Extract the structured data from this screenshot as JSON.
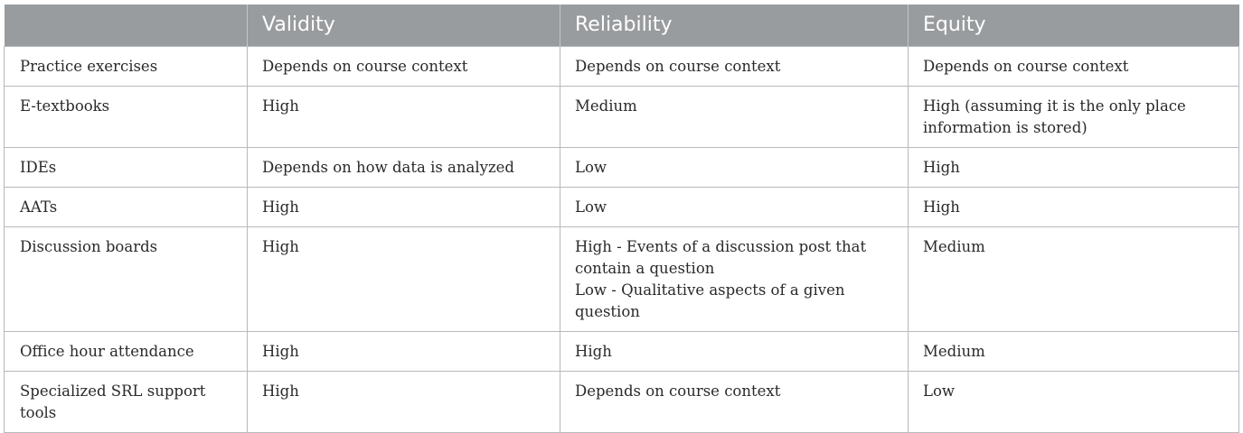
{
  "table": {
    "headers": [
      "",
      "Validity",
      "Reliability",
      "Equity"
    ],
    "rows": [
      {
        "source": "Practice exercises",
        "validity": [
          "Depends on course context"
        ],
        "reliability": [
          "Depends on course context"
        ],
        "equity": [
          "Depends on course context"
        ]
      },
      {
        "source": "E-textbooks",
        "validity": [
          "High"
        ],
        "reliability": [
          "Medium"
        ],
        "equity": [
          "High (assuming it is the only place",
          "information is stored)"
        ]
      },
      {
        "source": "IDEs",
        "validity": [
          "Depends on how data is analyzed"
        ],
        "reliability": [
          "Low"
        ],
        "equity": [
          "High"
        ]
      },
      {
        "source": "AATs",
        "validity": [
          "High"
        ],
        "reliability": [
          "Low"
        ],
        "equity": [
          "High"
        ]
      },
      {
        "source": "Discussion boards",
        "validity": [
          "High"
        ],
        "reliability": [
          "High - Events of a discussion post that",
          "contain a question",
          "Low - Qualitative aspects of a given question"
        ],
        "equity": [
          "Medium"
        ]
      },
      {
        "source": "Office hour attendance",
        "validity": [
          "High"
        ],
        "reliability": [
          "High"
        ],
        "equity": [
          "Medium"
        ]
      },
      {
        "source": "Specialized SRL support tools",
        "validity": [
          "High"
        ],
        "reliability": [
          "Depends on course context"
        ],
        "equity": [
          "Low"
        ]
      }
    ]
  },
  "colors": {
    "header_bg": "#999c9e",
    "header_text": "#ffffff",
    "border": "#b7b9bb",
    "body_text": "#2a2a2a"
  }
}
